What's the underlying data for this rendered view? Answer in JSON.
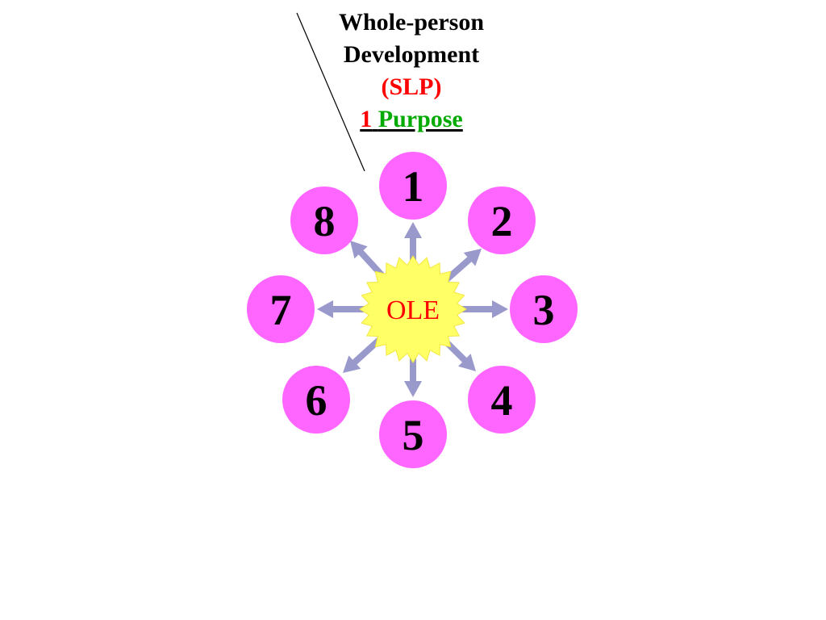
{
  "title": {
    "line1": "Whole-person",
    "line2": "Development",
    "line3": "(SLP)",
    "purpose_number": "1",
    "purpose_word": "Purpose"
  },
  "center": {
    "label": "OLE",
    "fill": "#ffff66",
    "stroke": "#f2e640"
  },
  "nodes": [
    {
      "label": "1"
    },
    {
      "label": "2"
    },
    {
      "label": "3"
    },
    {
      "label": "4"
    },
    {
      "label": "5"
    },
    {
      "label": "6"
    },
    {
      "label": "7"
    },
    {
      "label": "8"
    }
  ],
  "colors": {
    "node_fill": "#ff66ff",
    "arrow": "#9999cc",
    "slp": "#ff0000",
    "purpose_number": "#ff0000",
    "purpose_word": "#00aa00"
  }
}
